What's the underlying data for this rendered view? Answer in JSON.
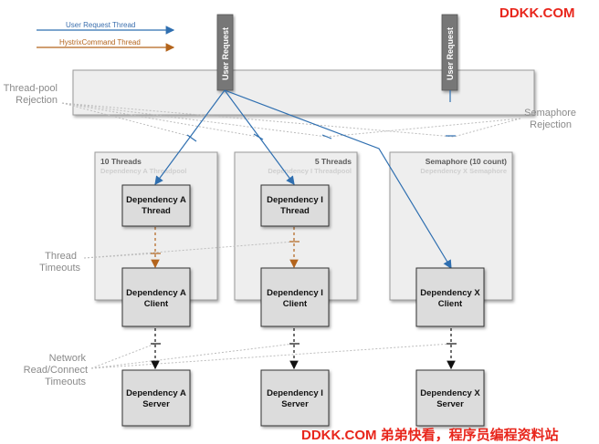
{
  "brand": {
    "top": "DDKK.COM",
    "bottom": "DDKK.COM 弟弟快看，程序员编程资料站"
  },
  "legend": {
    "user_request": "User Request Thread",
    "hystrix_command": "HystrixCommand Thread"
  },
  "request_labels": [
    "User Request",
    "User Request"
  ],
  "side_labels": {
    "threadpool_rejection": [
      "Thread-pool",
      "Rejection"
    ],
    "semaphore_rejection": [
      "Semaphore",
      "Rejection"
    ],
    "thread_timeouts": [
      "Thread",
      "Timeouts"
    ],
    "network_timeouts": [
      "Network",
      "Read/Connect",
      "Timeouts"
    ]
  },
  "pools": [
    {
      "title": "10 Threads",
      "subtitle": "Dependency A Threadpool"
    },
    {
      "title": "5 Threads",
      "subtitle": "Dependency I Threadpool"
    },
    {
      "title": "Semaphore (10 count)",
      "subtitle": "Dependency X Semaphore"
    }
  ],
  "boxes": {
    "thread_a": [
      "Dependency A",
      "Thread"
    ],
    "thread_i": [
      "Dependency I",
      "Thread"
    ],
    "client_a": [
      "Dependency A",
      "Client"
    ],
    "client_i": [
      "Dependency I",
      "Client"
    ],
    "client_x": [
      "Dependency X",
      "Client"
    ],
    "server_a": [
      "Dependency A",
      "Server"
    ],
    "server_i": [
      "Dependency I",
      "Server"
    ],
    "server_x": [
      "Dependency X",
      "Server"
    ]
  },
  "colors": {
    "user_thread": "#2f6fb0",
    "hystrix_thread": "#b3641c",
    "box_fill": "#dcdcdc",
    "panel_fill": "#eeeeee",
    "brand": "#e8261c"
  }
}
